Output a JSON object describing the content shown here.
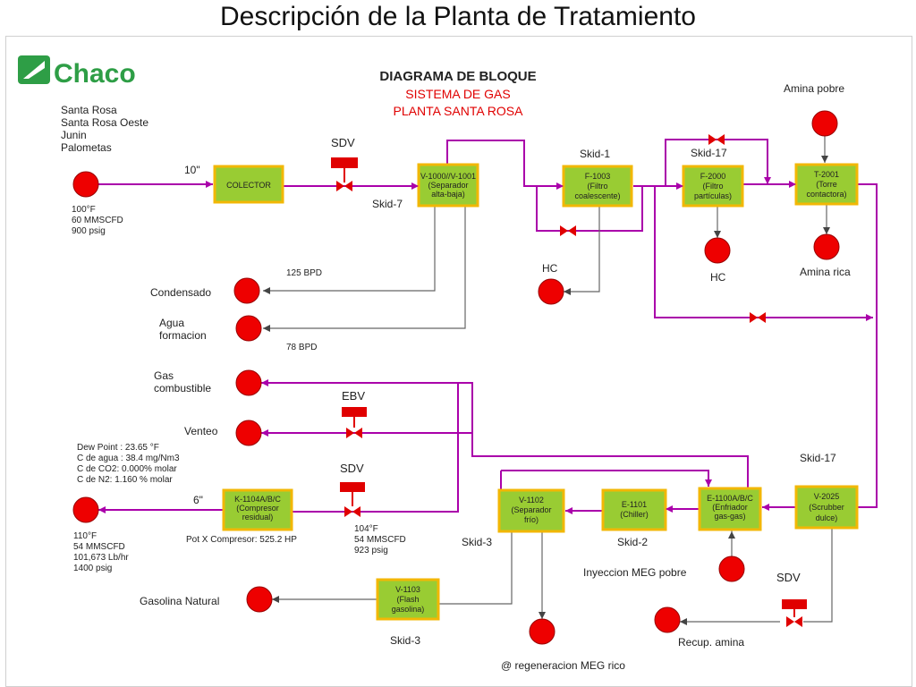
{
  "slide_title": "Descripción de la Planta de Tratamiento",
  "logo": {
    "text": "Chaco",
    "color": "#2e9e46"
  },
  "header": {
    "title": "DIAGRAMA DE BLOQUE",
    "subtitle1": "SISTEMA DE GAS",
    "subtitle2": "PLANTA SANTA ROSA"
  },
  "sources": [
    "Santa Rosa",
    "Santa Rosa Oeste",
    "Junin",
    "Palometas"
  ],
  "inlet": {
    "size": "10\"",
    "conditions": [
      "100°F",
      "60 MMSCFD",
      "900  psig"
    ]
  },
  "boxes": {
    "colector": [
      "COLECTOR"
    ],
    "v1000": [
      "V-1000//V-1001",
      "(Separador",
      "alta-baja)"
    ],
    "f1003": [
      "F-1003",
      "(Filtro",
      "coalescente)"
    ],
    "f2000": [
      "F-2000",
      "(Filtro",
      "partículas)"
    ],
    "t2001": [
      "T-2001",
      "(Torre",
      "contactora)"
    ],
    "k1104": [
      "K-1104A/B/C",
      "(Compresor",
      "residual)"
    ],
    "v1102": [
      "V-1102",
      "(Separador",
      "frío)"
    ],
    "e1101": [
      "E-1101",
      "(Chiller)"
    ],
    "e1100": [
      "E-1100A/B/C",
      "(Enfriador",
      "gas-gas)"
    ],
    "v2025": [
      "V-2025",
      "(Scrubber",
      "dulce)"
    ],
    "v1103": [
      "V-1103",
      "(Flash",
      "gasolina)"
    ]
  },
  "labels": {
    "sdv1": "SDV",
    "skid7": "Skid-7",
    "skid1": "Skid-1",
    "skid17_top": "Skid-17",
    "amina_pobre": "Amina pobre",
    "amina_rica": "Amina rica",
    "hc1": "HC",
    "hc2": "HC",
    "bpd125": "125 BPD",
    "condensado": "Condensado",
    "agua1": "Agua",
    "agua2": "formacion",
    "bpd78": "78 BPD",
    "gas1": "Gas",
    "gas2": "combustible",
    "ebv": "EBV",
    "venteo": "Venteo",
    "sdv2": "SDV",
    "size6": "6\"",
    "skid17_right": "Skid-17",
    "skid3a": "Skid-3",
    "skid2": "Skid-2",
    "skid3b": "Skid-3",
    "inyeccion": "Inyeccion MEG pobre",
    "sdv3": "SDV",
    "recup": "Recup. amina",
    "gasolina": "Gasolina Natural",
    "regeneracion": "@ regeneracion MEG rico",
    "pot": "Pot X Compresor: 525.2 HP"
  },
  "dew_point": [
    "Dew Point : 23.65 °F",
    "C de agua : 38.4 mg/Nm3",
    "C de CO2: 0.000% molar",
    "C de N2: 1.160 % molar"
  ],
  "outlet": [
    "110°F",
    "54 MMSCFD",
    "101,673 Lb/hr",
    "1400  psig"
  ],
  "compressor_in": [
    "104°F",
    "54 MMSCFD",
    "923  psig"
  ]
}
